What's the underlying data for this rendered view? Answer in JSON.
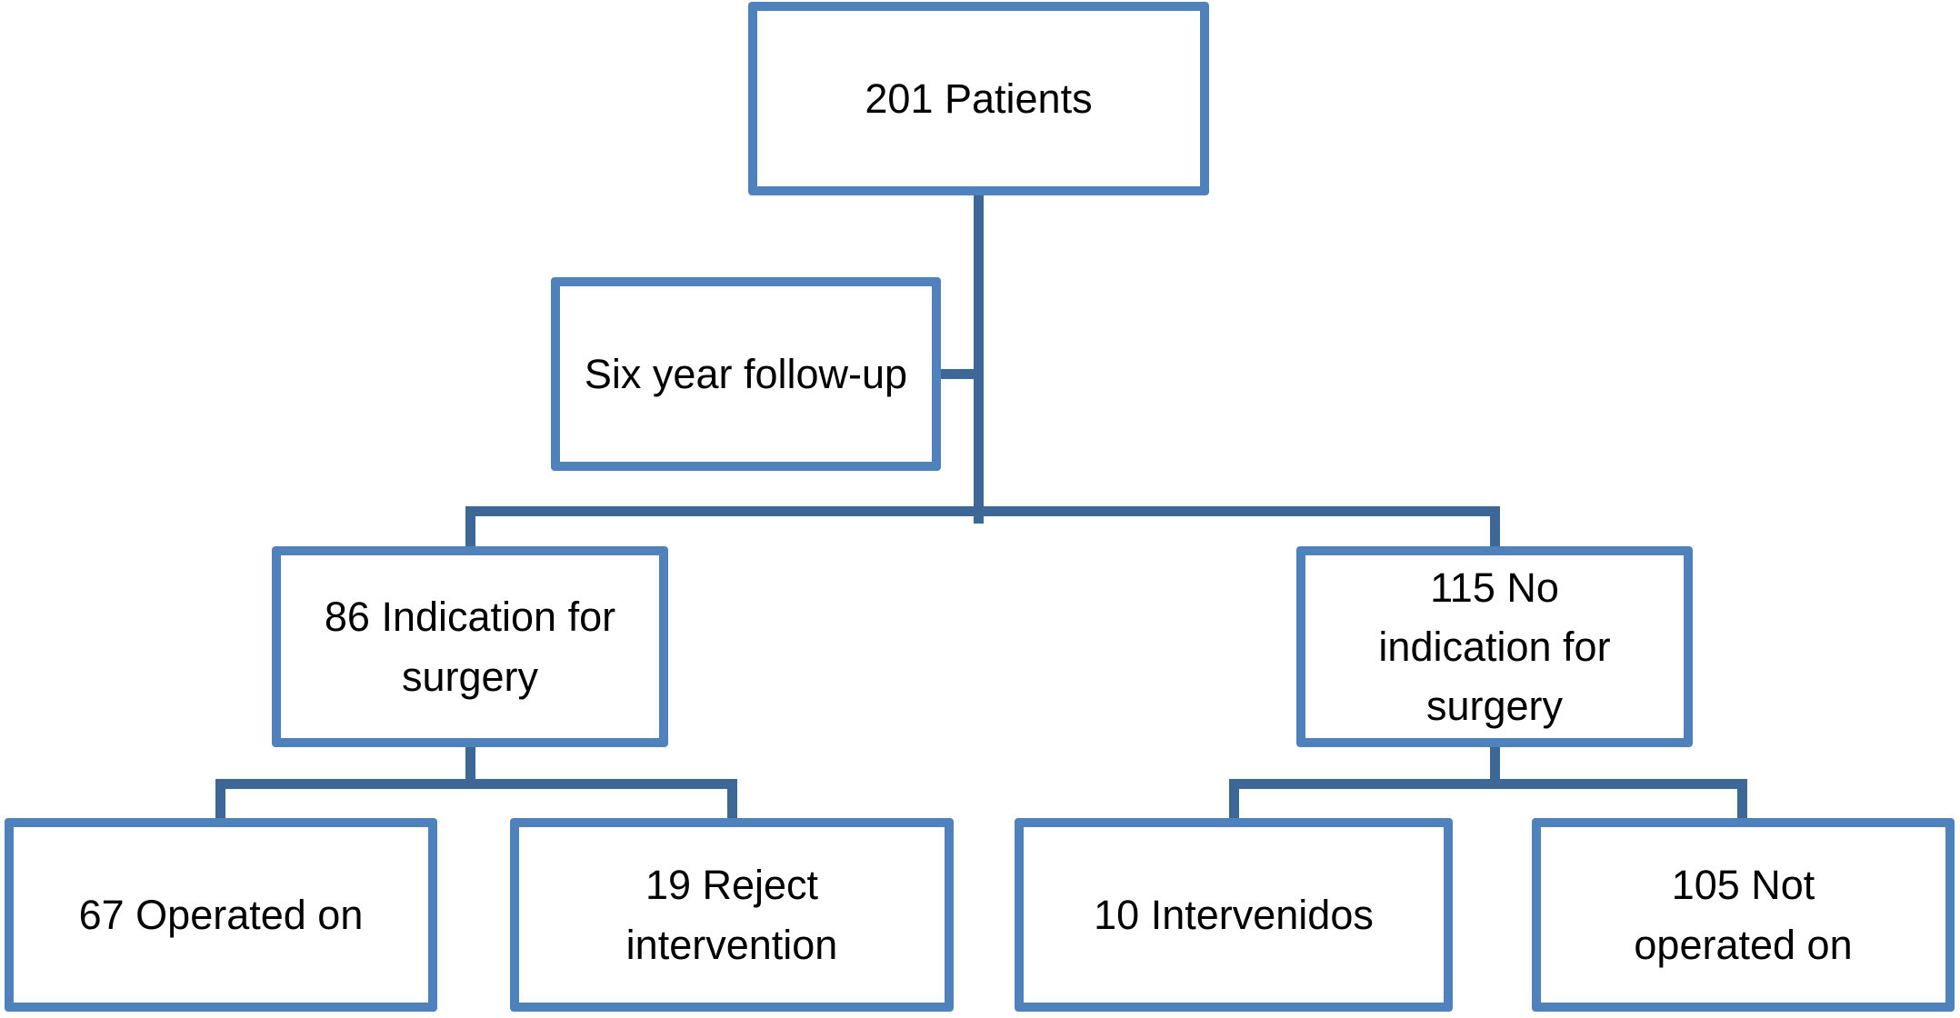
{
  "diagram": {
    "type": "flowchart",
    "description": "Patient flow diagram over six year follow-up",
    "colors": {
      "box_border": "#4F81BD",
      "connector": "#3D6797",
      "text": "#000000",
      "background": "#FFFFFF"
    }
  },
  "nodes": [
    {
      "id": "patients-total",
      "lines": [
        "201 Patients"
      ]
    },
    {
      "id": "followup",
      "lines": [
        "Six year follow-up"
      ]
    },
    {
      "id": "indication",
      "lines": [
        "86 Indication for",
        "surgery"
      ]
    },
    {
      "id": "no-indication",
      "lines": [
        "115 No",
        "indication for",
        "surgery"
      ]
    },
    {
      "id": "operated",
      "lines": [
        "67 Operated on"
      ]
    },
    {
      "id": "reject",
      "lines": [
        "19 Reject",
        "intervention"
      ]
    },
    {
      "id": "intervenidos",
      "lines": [
        "10 Intervenidos"
      ]
    },
    {
      "id": "not-operated",
      "lines": [
        "105 Not",
        "operated on"
      ]
    }
  ],
  "edges": [
    {
      "from": "patients-total",
      "to": "indication"
    },
    {
      "from": "patients-total",
      "to": "no-indication"
    },
    {
      "from": "followup",
      "to": "patients-total-stem"
    },
    {
      "from": "indication",
      "to": "operated"
    },
    {
      "from": "indication",
      "to": "reject"
    },
    {
      "from": "no-indication",
      "to": "intervenidos"
    },
    {
      "from": "no-indication",
      "to": "not-operated"
    }
  ]
}
